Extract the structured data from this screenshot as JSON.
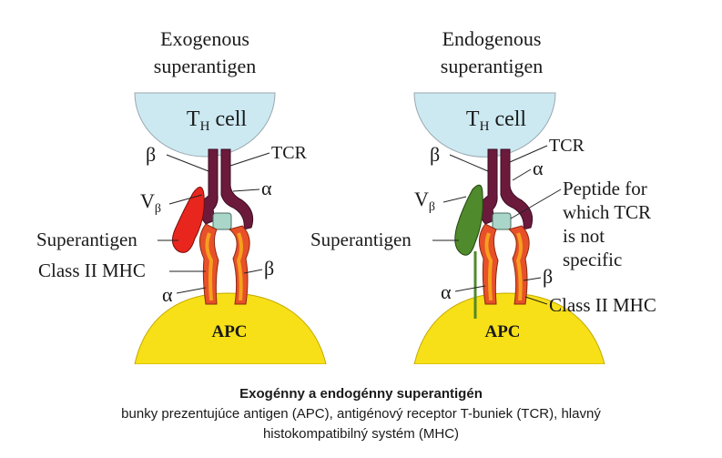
{
  "left_panel": {
    "title_line1": "Exogenous",
    "title_line2": "superantigen",
    "cell_main": "T",
    "cell_sub": "H",
    "cell_suffix": " cell",
    "beta": "β",
    "tcr": "TCR",
    "alpha_tcr": "α",
    "v_main": "V",
    "v_sub": "β",
    "superantigen": "Superantigen",
    "class2": "Class II MHC",
    "beta_mhc": "β",
    "alpha_mhc": "α",
    "apc": "APC"
  },
  "right_panel": {
    "title_line1": "Endogenous",
    "title_line2": "superantigen",
    "cell_main": "T",
    "cell_sub": "H",
    "cell_suffix": " cell",
    "beta": "β",
    "tcr": "TCR",
    "alpha_tcr": "α",
    "v_main": "V",
    "v_sub": "β",
    "peptide_line1": "Peptide for",
    "peptide_line2": "which TCR",
    "peptide_line3": "is  not",
    "peptide_line4": "specific",
    "superantigen": "Superantigen",
    "alpha_mhc": "α",
    "beta_mhc": "β",
    "class2": "Class II MHC",
    "apc": "APC"
  },
  "caption": {
    "title": "Exogénny a endogénny superantigén",
    "line1": "bunky prezentujúce antigen (APC), antigénový receptor T-buniek (TCR), hlavný",
    "line2": "histokompatibilný systém (MHC)"
  },
  "colors": {
    "t_cell": "#cce9f2",
    "apc": "#f7e017",
    "tcr": "#6b1a3c",
    "mhc": "#e8502a",
    "mhc_inner": "#f5a01e",
    "peptide": "#a9d6c8",
    "superantigen_exogenous": "#e8261e",
    "superantigen_endogenous": "#4f8a2c"
  }
}
